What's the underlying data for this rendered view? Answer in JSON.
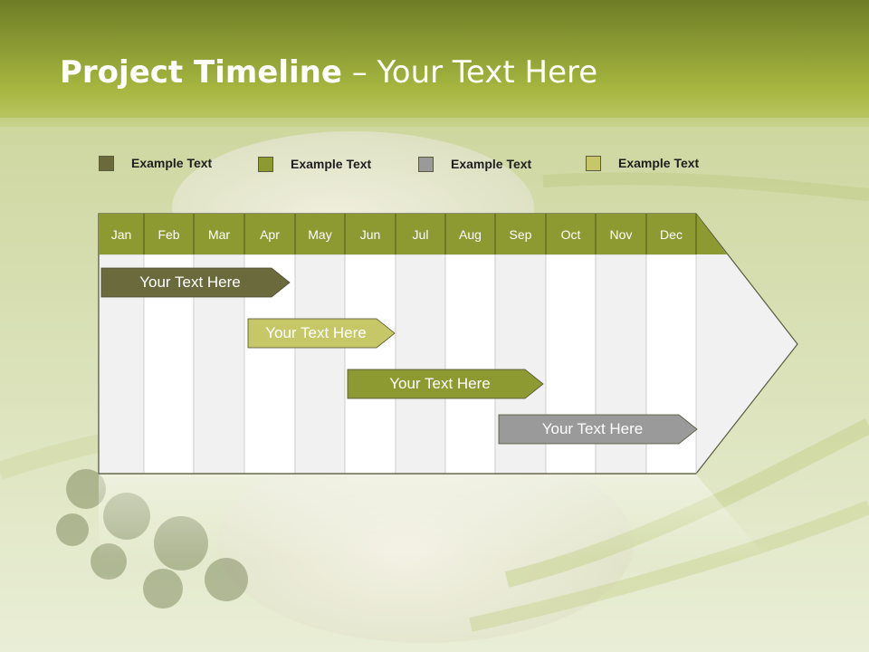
{
  "slide": {
    "title_bold": "Project Timeline",
    "title_rest": " – Your Text Here"
  },
  "legend": [
    {
      "label": "Example Text",
      "color": "#6b6a3c"
    },
    {
      "label": "Example Text",
      "color": "#8c9a31"
    },
    {
      "label": "Example Text",
      "color": "#9a9a9a"
    },
    {
      "label": "Example Text",
      "color": "#c6c868"
    }
  ],
  "months": [
    "Jan",
    "Feb",
    "Mar",
    "Apr",
    "May",
    "Jun",
    "Jul",
    "Aug",
    "Sep",
    "Oct",
    "Nov",
    "Dec"
  ],
  "tasks": [
    {
      "label": "Your  Text Here",
      "start_month": "Jan",
      "end_month": "Apr",
      "color": "#6b6a3c"
    },
    {
      "label": "Your  Text Here",
      "start_month": "Apr",
      "end_month": "Jun",
      "color": "#c6c868"
    },
    {
      "label": "Your  Text Here",
      "start_month": "Jun",
      "end_month": "Sep",
      "color": "#8c9a31"
    },
    {
      "label": "Your  Text Here",
      "start_month": "Sep",
      "end_month": "Dec",
      "color": "#9a9a9a"
    }
  ],
  "colors": {
    "header_green": "#8c9a31",
    "banner_top": "#6e7d26",
    "banner_bottom": "#a8b844",
    "background": "#dfe6c4"
  }
}
